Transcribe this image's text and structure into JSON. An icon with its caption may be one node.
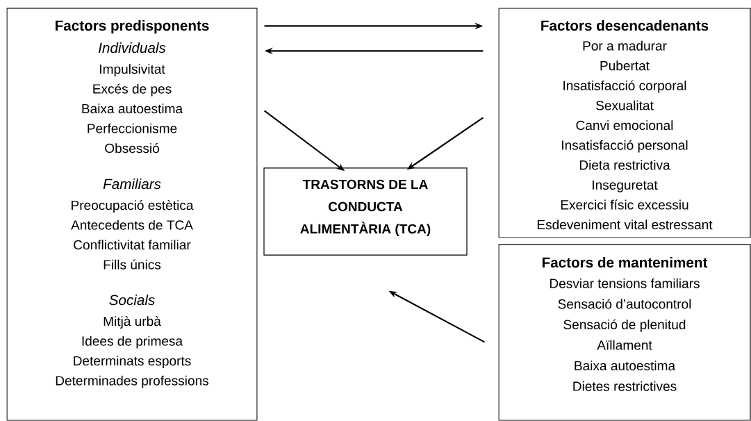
{
  "diagram": {
    "nodes": [
      {
        "text": [
          "Factors predisponents",
          "Individuals",
          "Impulsivitat",
          "Excés de pes",
          "Baixa autoestima",
          "Perfeccionisme",
          "Obsessió",
          "Familiars",
          "Preocupació estètica",
          "Antecedents de TCA",
          "Conflictivitat familiar",
          "Fills únics",
          "Socials",
          "Mitjà urbà",
          "Idees de primesa",
          "Determinats esports",
          "Determinades professions"
        ]
      },
      {
        "text": [
          "Factors desencadenants",
          "Por a madurar",
          "Pubertat",
          "Insatisfacció corporal",
          "Sexualitat",
          "Canvi emocional",
          "Insatisfacció personal",
          "Dieta restrictiva",
          "Inseguretat",
          "Exercici físic excessiu",
          "Esdeveniment vital estressant"
        ]
      },
      {
        "text": [
          "TRASTORNS DE LA",
          "CONDUCTA",
          "ALIMENTÀRIA (TCA)"
        ]
      },
      {
        "text": [
          "Factors de manteniment",
          "Desviar tensions familiars",
          "Sensació d’autocontrol",
          "Sensació de plenitud",
          "Aïllament",
          "Baixa autoestima",
          "Dietes restrictives"
        ]
      }
    ],
    "edges": [
      {
        "from": 0,
        "to": 1,
        "arrow": "to"
      },
      {
        "from": 1,
        "to": 0,
        "arrow": "to"
      },
      {
        "from": 0,
        "to": 2,
        "arrow": "to"
      },
      {
        "from": 1,
        "to": 2,
        "arrow": "to"
      },
      {
        "from": 3,
        "to": 2,
        "arrow": "to"
      }
    ]
  }
}
